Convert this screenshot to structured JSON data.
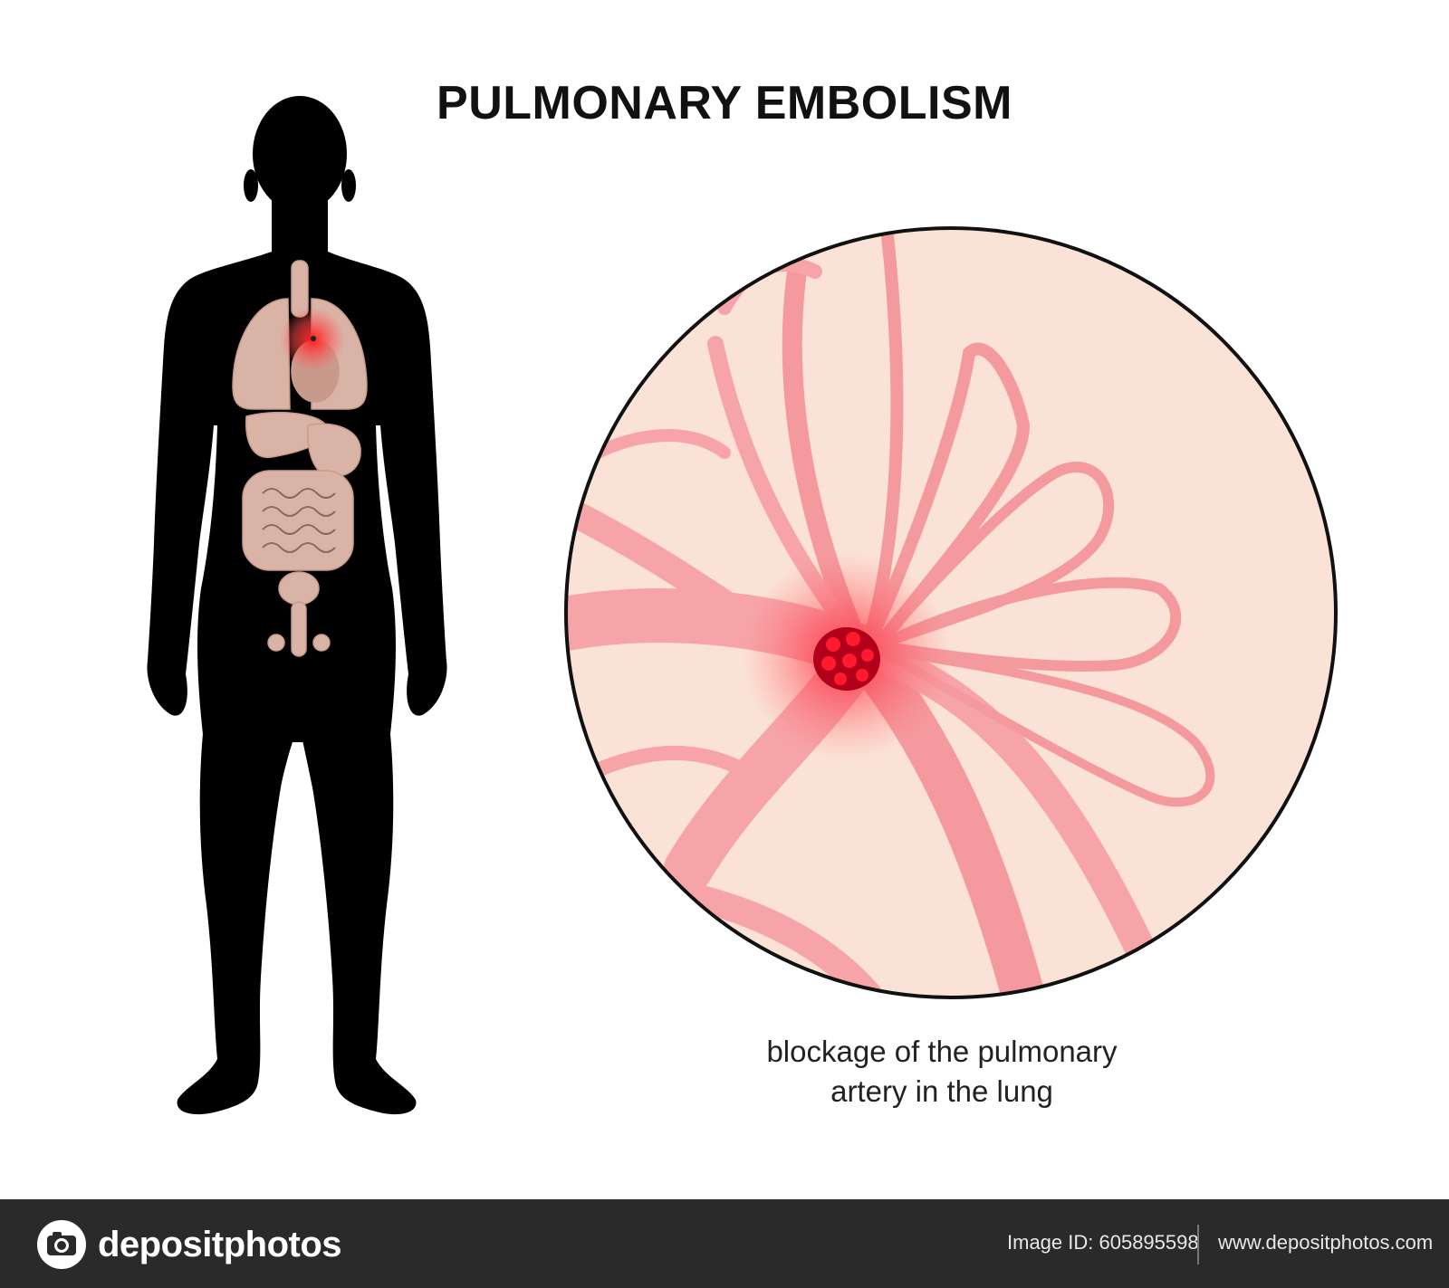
{
  "title": "PULMONARY EMBOLISM",
  "caption": {
    "line1": "blockage of the pulmonary",
    "line2": "artery in the lung"
  },
  "footer": {
    "brand": "depositphotos",
    "image_id": "Image ID: 605895598",
    "url": "www.depositphotos.com"
  },
  "colors": {
    "silhouette": "#000000",
    "organs": "#d9b3a6",
    "lung_tissue": "#fbe2d6",
    "vessel": "#f49a9e",
    "vessel_dark": "#ee6b73",
    "clot": "#d4001e",
    "hotspot": "#ff2a2a",
    "footer_bg": "#2a2a2a"
  },
  "icons": {
    "logo": "camera-logo-icon"
  }
}
